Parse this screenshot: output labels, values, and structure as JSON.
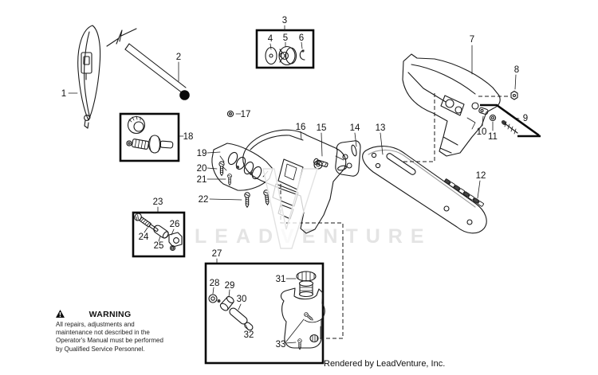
{
  "diagram": {
    "watermark_text": "LEADVENTURE",
    "description": "Exploded parts diagram of pole saw / chainsaw attachment"
  },
  "footer": {
    "credit": "Rendered by LeadVenture, Inc."
  },
  "warning": {
    "title": "WARNING",
    "body": "All repairs, adjustments and maintenance not described in the Operator's Manual must be performed by Qualified Service Personnel."
  },
  "callouts": {
    "c1": "1",
    "c2": "2",
    "c3": "3",
    "c4": "4",
    "c5": "5",
    "c6": "6",
    "c7": "7",
    "c8": "8",
    "c9": "9",
    "c10": "10",
    "c11": "11",
    "c12": "12",
    "c13": "13",
    "c14": "14",
    "c15": "15",
    "c16": "16",
    "c17": "17",
    "c18": "18",
    "c19": "19",
    "c20": "20",
    "c21": "21",
    "c22": "22",
    "c23": "23",
    "c24": "24",
    "c25": "25",
    "c26": "26",
    "c27": "27",
    "c28": "28",
    "c29": "29",
    "c30": "30",
    "c31": "31",
    "c32": "32",
    "c33": "33"
  },
  "colors": {
    "line": "#1a1a1a",
    "watermark": "#e4e4e4",
    "background": "#ffffff"
  }
}
